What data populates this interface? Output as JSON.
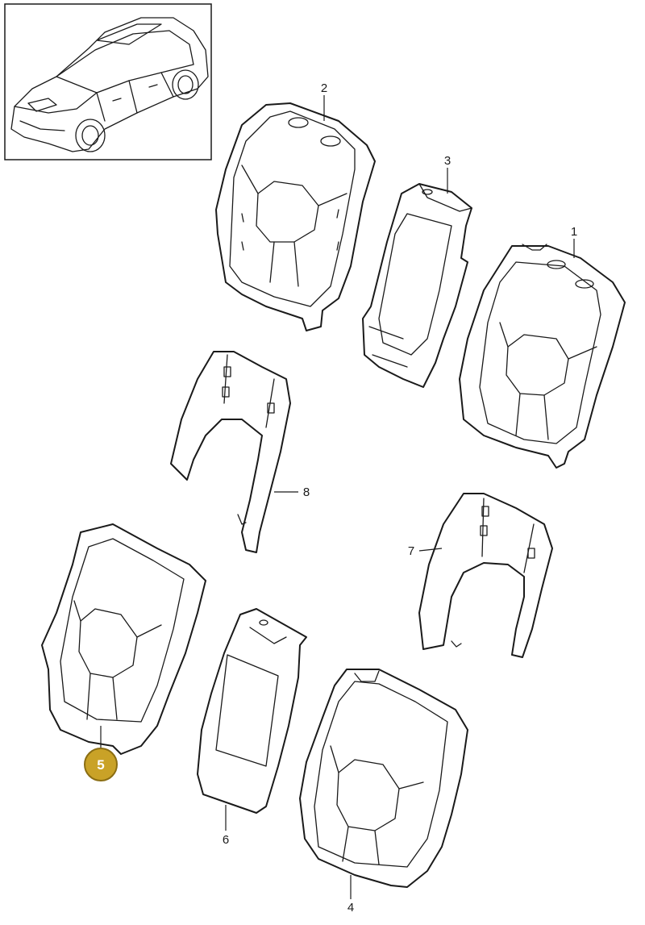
{
  "parts": [
    {
      "id": "1",
      "label": "1"
    },
    {
      "id": "2",
      "label": "2"
    },
    {
      "id": "3",
      "label": "3"
    },
    {
      "id": "4",
      "label": "4"
    },
    {
      "id": "5",
      "label": "5",
      "highlighted": true
    },
    {
      "id": "6",
      "label": "6"
    },
    {
      "id": "7",
      "label": "7"
    },
    {
      "id": "8",
      "label": "8"
    }
  ],
  "colors": {
    "highlight_fill": "#c9a227",
    "highlight_stroke": "#8a6d12",
    "line": "#1a1a1a",
    "background": "#ffffff"
  },
  "icons": {
    "vehicle": "suv-car-icon"
  }
}
